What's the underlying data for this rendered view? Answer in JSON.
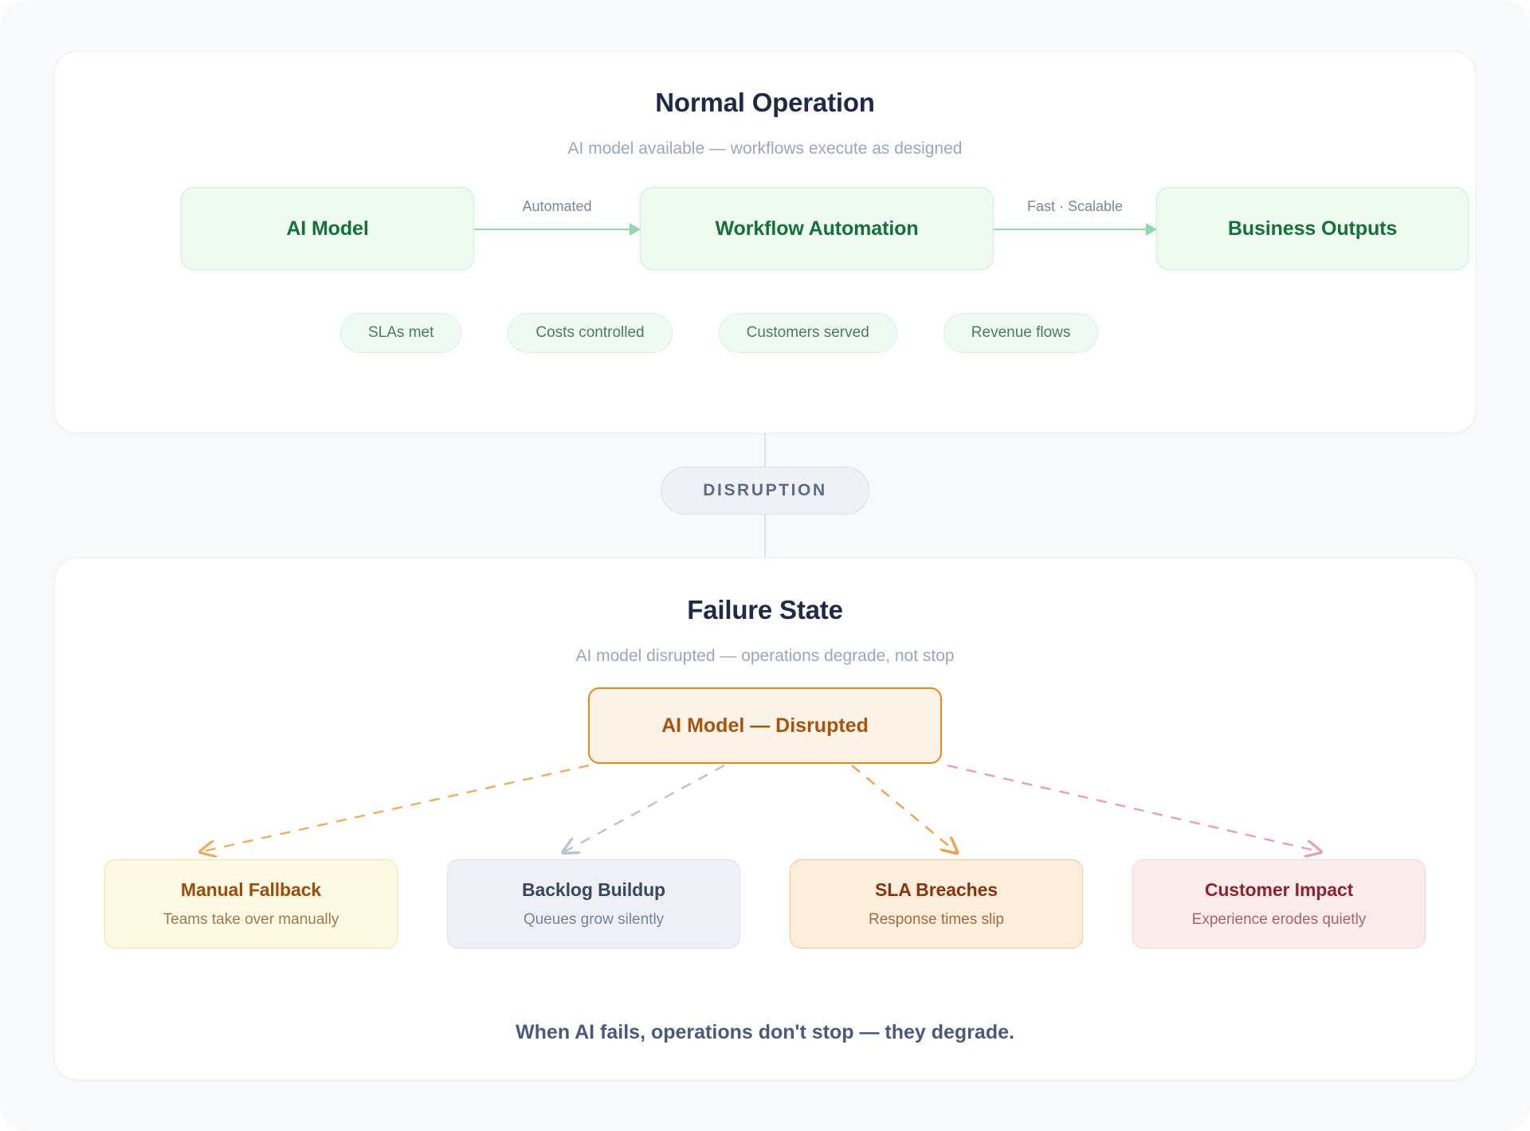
{
  "normal": {
    "title": "Normal Operation",
    "subtitle": "AI model available — workflows execute as designed",
    "nodes": [
      {
        "label": "AI Model"
      },
      {
        "label": "Workflow Automation"
      },
      {
        "label": "Business Outputs"
      }
    ],
    "connector_labels": [
      "Automated",
      "Fast · Scalable"
    ],
    "chips": [
      "SLAs met",
      "Costs controlled",
      "Customers served",
      "Revenue flows"
    ],
    "accent_color": "#16703a",
    "node_fill": "#effaf1",
    "node_border": "#c9eed4",
    "arrow_color": "#93d8ab"
  },
  "divider": {
    "badge_label": "DISRUPTION",
    "badge_fill": "#eff1f6",
    "badge_text_color": "#5c6b86",
    "line_color": "#dfe4ec"
  },
  "failure": {
    "title": "Failure State",
    "subtitle": "AI model disrupted — operations degrade, not stop",
    "root": {
      "label": "AI Model — Disrupted",
      "fill": "#fdf3e6",
      "border": "#e08a1e",
      "text_color": "#a8530d"
    },
    "outcomes": [
      {
        "title": "Manual Fallback",
        "subtitle": "Teams take over manually",
        "fill": "#fdf9e3",
        "border": "#f2e3a6",
        "connector_color": "#e8b05e"
      },
      {
        "title": "Backlog Buildup",
        "subtitle": "Queues grow silently",
        "fill": "#eef0f5",
        "border": "#dde1ea",
        "connector_color": "#b9c2d2"
      },
      {
        "title": "SLA Breaches",
        "subtitle": "Response times slip",
        "fill": "#fdeedb",
        "border": "#f3c694",
        "connector_color": "#e8a44e"
      },
      {
        "title": "Customer Impact",
        "subtitle": "Experience erodes quietly",
        "fill": "#fcebeb",
        "border": "#f6d4d6",
        "connector_color": "#e4a3ac"
      }
    ],
    "footnote": "When AI fails, operations don't stop — they degrade."
  }
}
